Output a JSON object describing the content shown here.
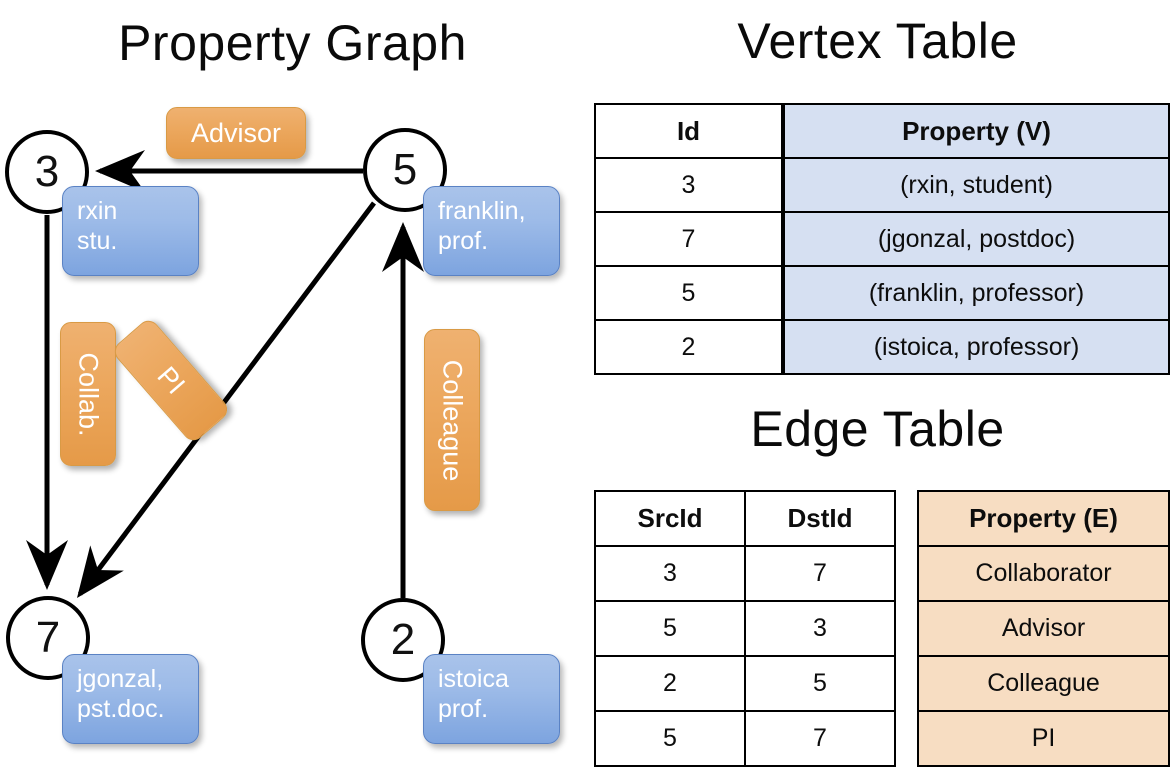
{
  "titles": {
    "property_graph": "Property Graph",
    "vertex_table": "Vertex Table",
    "edge_table": "Edge Table"
  },
  "graph": {
    "nodes": [
      {
        "id": "3",
        "label": "3",
        "property_line1": "rxin",
        "property_line2": "stu."
      },
      {
        "id": "5",
        "label": "5",
        "property_line1": "franklin,",
        "property_line2": "prof."
      },
      {
        "id": "7",
        "label": "7",
        "property_line1": "jgonzal,",
        "property_line2": "pst.doc."
      },
      {
        "id": "2",
        "label": "2",
        "property_line1": "istoica",
        "property_line2": "prof."
      }
    ],
    "edge_labels": [
      {
        "name": "advisor",
        "text": "Advisor"
      },
      {
        "name": "collab",
        "text": "Collab."
      },
      {
        "name": "pi",
        "text": "PI"
      },
      {
        "name": "colleague",
        "text": "Colleague"
      }
    ],
    "edges": [
      {
        "src": "5",
        "dst": "3",
        "label": "Advisor"
      },
      {
        "src": "3",
        "dst": "7",
        "label": "Collab."
      },
      {
        "src": "5",
        "dst": "7",
        "label": "PI"
      },
      {
        "src": "2",
        "dst": "5",
        "label": "Colleague"
      }
    ]
  },
  "vertex_table": {
    "headers": [
      "Id",
      "Property (V)"
    ],
    "rows": [
      {
        "id": "3",
        "property": "(rxin, student)"
      },
      {
        "id": "7",
        "property": "(jgonzal, postdoc)"
      },
      {
        "id": "5",
        "property": "(franklin, professor)"
      },
      {
        "id": "2",
        "property": "(istoica, professor)"
      }
    ]
  },
  "edge_table": {
    "headers": [
      "SrcId",
      "DstId",
      "Property (E)"
    ],
    "rows": [
      {
        "src": "3",
        "dst": "7",
        "property": "Collaborator"
      },
      {
        "src": "5",
        "dst": "3",
        "property": "Advisor"
      },
      {
        "src": "2",
        "dst": "5",
        "property": "Colleague"
      },
      {
        "src": "5",
        "dst": "7",
        "property": "PI"
      }
    ]
  },
  "colors": {
    "node_stroke": "#000000",
    "vertex_property_fill": "#d6e0f2",
    "edge_property_fill": "#f7ddc2",
    "blue_box": "#9dbbe8",
    "orange_box": "#eca85f",
    "background": "#ffffff"
  }
}
